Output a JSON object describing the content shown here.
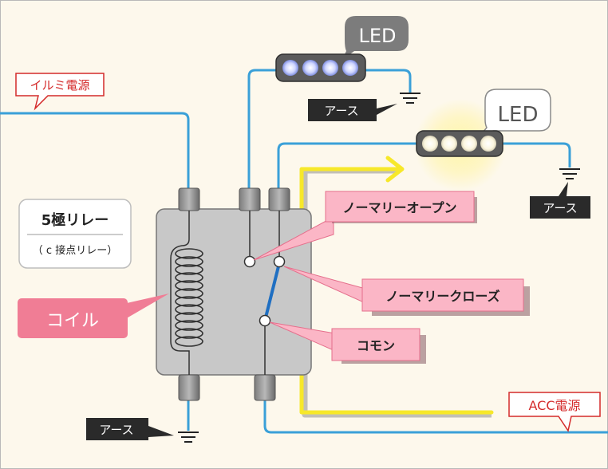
{
  "title_box": {
    "main": "5極リレー",
    "sub": "（ c 接点リレー）"
  },
  "labels": {
    "coil": "コイル",
    "normally_open": "ノーマリーオープン",
    "normally_closed": "ノーマリークローズ",
    "common": "コモン"
  },
  "sources": {
    "illumination": "イルミ電源",
    "acc": "ACC電源"
  },
  "leds": [
    {
      "text": "LED",
      "state": "off"
    },
    {
      "text": "LED",
      "state": "on"
    }
  ],
  "grounds": [
    "アース",
    "アース",
    "アース"
  ],
  "colors": {
    "background": "#fdf8ec",
    "wire_blue": "#3aa0d8",
    "arrow_yellow": "#f7e82a",
    "pink": "#f07d95",
    "pink_light": "#fbb6c6",
    "callout_red": "#d42a2a",
    "dark_label": "#2a2a2a",
    "relay_body": "#c8c8c8"
  }
}
